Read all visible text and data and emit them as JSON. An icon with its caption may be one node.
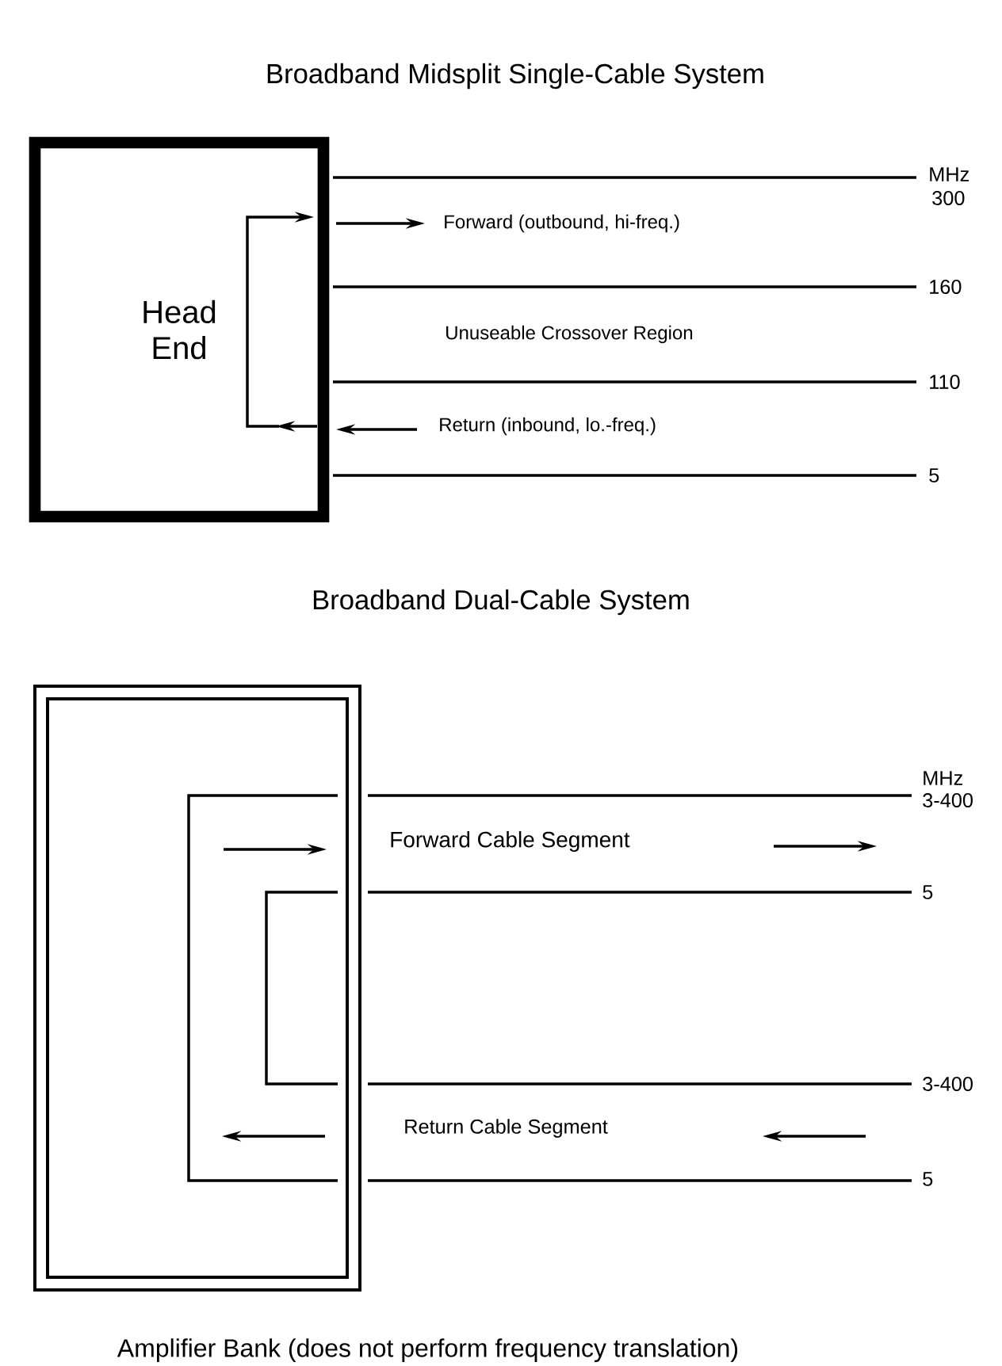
{
  "diagram": {
    "nodes": [
      {
        "text": [
          "Head End"
        ]
      },
      {
        "text": [],
        "shape": "box",
        "beside": [
          "Amplifier Bank (does not perform frequency translation)"
        ]
      }
    ],
    "labels": [
      "Broadband Midsplit Single-Cable System",
      "MHz",
      "300",
      "Forward (outbound, hi-freq.)",
      "160",
      "Unuseable Crossover Region",
      "110",
      "Return (inbound, lo.-freq.)",
      "5",
      "Broadband Dual-Cable System",
      "MHz",
      "3-400",
      "Forward Cable Segment",
      "5",
      "3-400",
      "Return Cable Segment",
      "5"
    ]
  }
}
